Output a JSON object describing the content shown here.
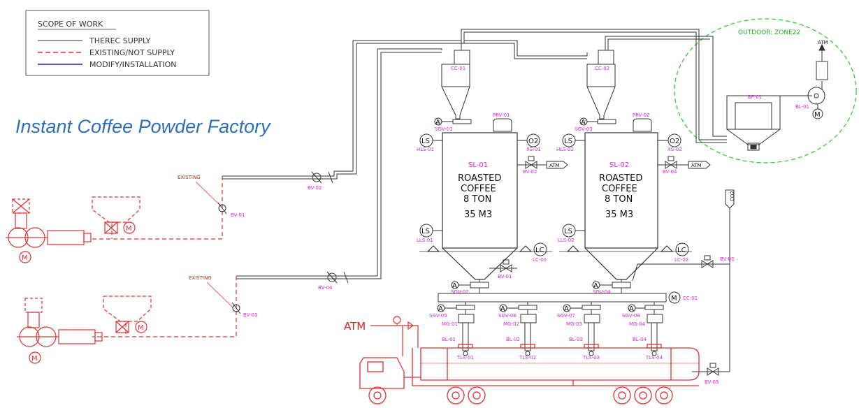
{
  "title": "Instant Coffee Powder Factory",
  "legend": {
    "heading": "SCOPE OF WORK",
    "items": [
      {
        "label": "THEREC SUPPLY",
        "color": "#777777",
        "style": "solid"
      },
      {
        "label": "EXISTING/NOT SUPPLY",
        "color": "#e03030",
        "style": "dashed"
      },
      {
        "label": "MODIFY/INSTALLATION",
        "color": "#2020c0",
        "style": "solid"
      }
    ]
  },
  "zone": {
    "label": "OUTDOOR: ZONE22"
  },
  "colors": {
    "process_line": "#333333",
    "existing": "#e03030",
    "tag": "#e020e0",
    "zone": "#22cc22"
  },
  "existing_labels": [
    "EXISTING",
    "EXISTING"
  ],
  "symbols": {
    "analyzer": "A",
    "level_switch": "LS",
    "oxygen": "O2",
    "level_control": "LC",
    "motor": "M",
    "co2": "CO2"
  },
  "silos": [
    {
      "id": "SL-01",
      "contents": [
        "ROASTED",
        "COFFEE",
        "8  TON"
      ],
      "volume": "35  M3"
    },
    {
      "id": "SL-02",
      "contents": [
        "ROASTED",
        "COFFEE",
        "8  TON"
      ],
      "volume": "35  M3"
    }
  ],
  "tags": {
    "cyclones": [
      "CC-01",
      "CC-02"
    ],
    "prv": [
      "PRV-01",
      "PRV-02"
    ],
    "sgv_top": [
      "SGV-01",
      "SGV-03"
    ],
    "hls": [
      "HLS-01",
      "HLS-02"
    ],
    "xs": [
      "XS-01",
      "XS-02"
    ],
    "bv_vent": [
      "BV-02",
      "BV-04"
    ],
    "lls": [
      "LLS-01",
      "LLS-02"
    ],
    "lc": [
      "LC-01",
      "LC-02"
    ],
    "bv_lines": [
      "BV-01",
      "BV-02",
      "BV-03",
      "BV-04"
    ],
    "bv_bottom": [
      "BV-01",
      "BV-03",
      "BV-05"
    ],
    "sgv_bottom": [
      "SGV-02",
      "SGV-04"
    ],
    "conveyor": "CC-01",
    "sgv_loader": [
      "SGV-05",
      "SGV-06",
      "SGV-07",
      "SGV-08"
    ],
    "mg": [
      "MG-01",
      "MG-02",
      "MG-03",
      "MG-04"
    ],
    "bl": [
      "BL-01",
      "BL-02",
      "BL-03",
      "BL-04"
    ],
    "tls": [
      "TLS-01",
      "TLS-02",
      "TLS-03",
      "TLS-04"
    ],
    "bf": "BF-01",
    "blower": "BL-01"
  },
  "atm": {
    "small": "ATM",
    "big": "ATM"
  }
}
